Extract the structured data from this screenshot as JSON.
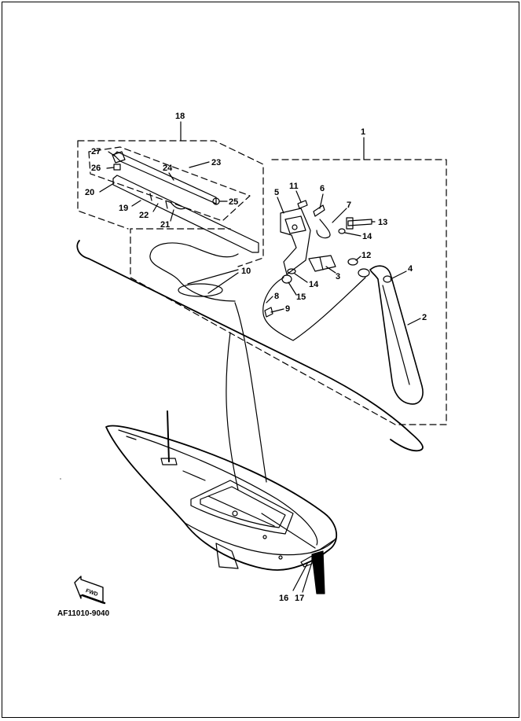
{
  "diagram": {
    "callouts": [
      {
        "n": "1"
      },
      {
        "n": "2"
      },
      {
        "n": "3"
      },
      {
        "n": "4"
      },
      {
        "n": "5"
      },
      {
        "n": "6"
      },
      {
        "n": "7"
      },
      {
        "n": "8"
      },
      {
        "n": "9"
      },
      {
        "n": "10"
      },
      {
        "n": "11"
      },
      {
        "n": "12"
      },
      {
        "n": "13"
      },
      {
        "n": "14"
      },
      {
        "n": "14"
      },
      {
        "n": "15"
      },
      {
        "n": "16"
      },
      {
        "n": "17"
      },
      {
        "n": "18"
      },
      {
        "n": "19"
      },
      {
        "n": "20"
      },
      {
        "n": "21"
      },
      {
        "n": "22"
      },
      {
        "n": "23"
      },
      {
        "n": "24"
      },
      {
        "n": "25"
      },
      {
        "n": "26"
      },
      {
        "n": "27"
      }
    ],
    "fwd_label": "FWD",
    "figure_code": "AF11010-9040"
  },
  "colors": {
    "ink": "#000000",
    "paper": "#ffffff"
  }
}
